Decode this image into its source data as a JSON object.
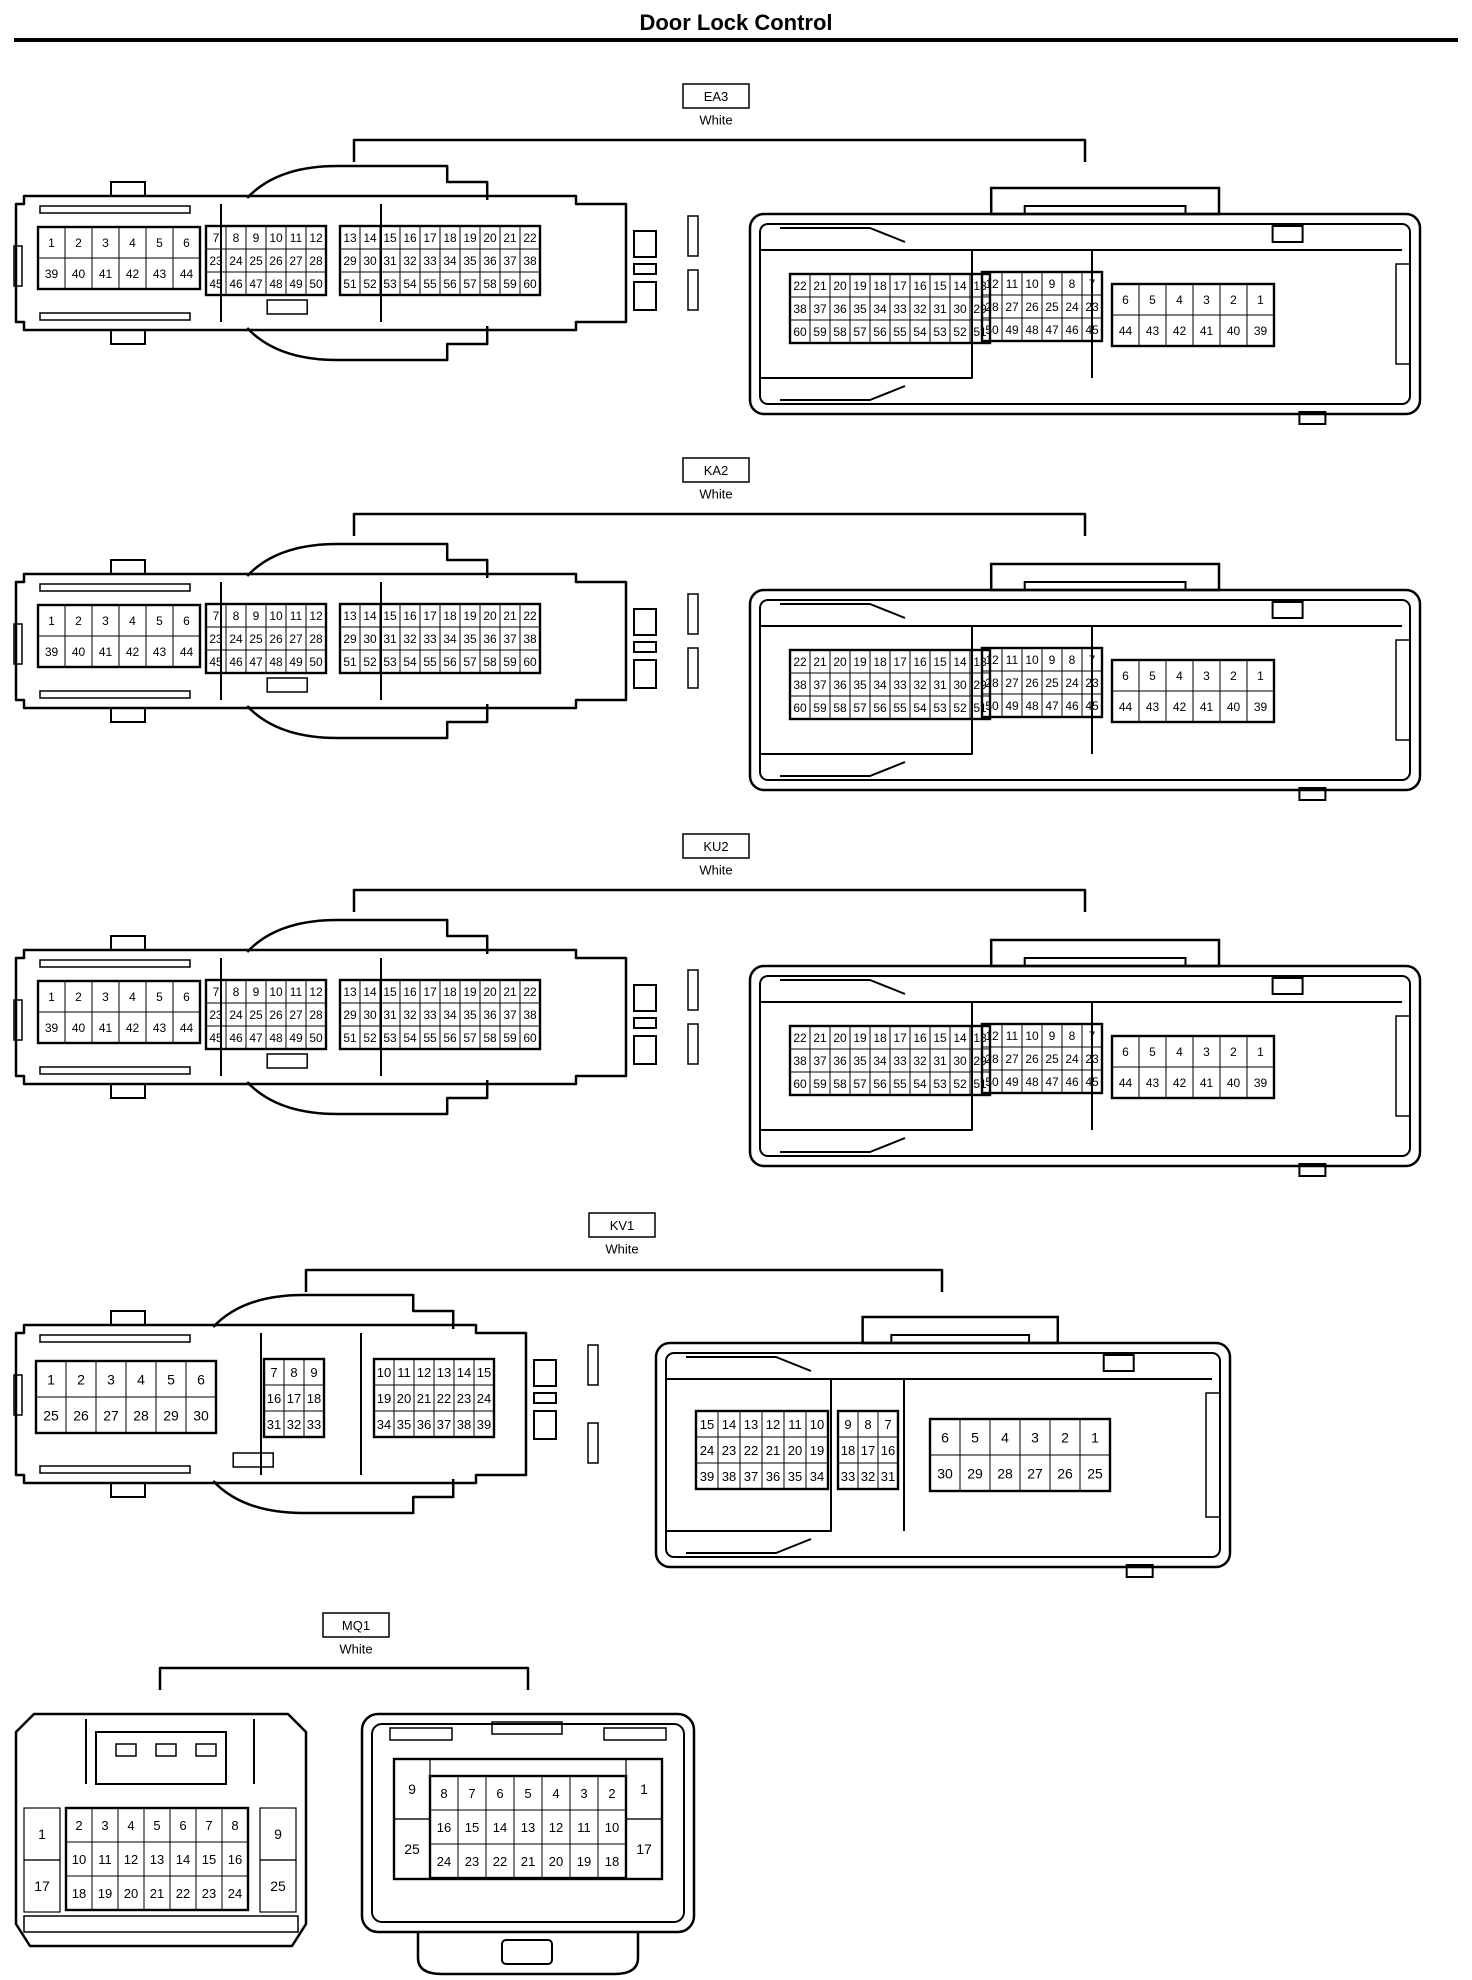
{
  "page": {
    "title": "Door Lock Control"
  },
  "colors": {
    "line": "#000000",
    "background": "#ffffff"
  },
  "connectors": [
    {
      "code": "EA3",
      "color": "White",
      "type": "ecu60",
      "harness": [
        [
          "1",
          "2",
          "3",
          "4",
          "5",
          "6"
        ],
        [
          "39",
          "40",
          "41",
          "42",
          "43",
          "44"
        ]
      ],
      "harness_mid": [
        [
          "7",
          "8",
          "9",
          "10",
          "11",
          "12"
        ],
        [
          "23",
          "24",
          "25",
          "26",
          "27",
          "28"
        ],
        [
          "45",
          "46",
          "47",
          "48",
          "49",
          "50"
        ]
      ],
      "harness_right": [
        [
          "13",
          "14",
          "15",
          "16",
          "17",
          "18",
          "19",
          "20",
          "21",
          "22"
        ],
        [
          "29",
          "30",
          "31",
          "32",
          "33",
          "34",
          "35",
          "36",
          "37",
          "38"
        ],
        [
          "51",
          "52",
          "53",
          "54",
          "55",
          "56",
          "57",
          "58",
          "59",
          "60"
        ]
      ],
      "device_left": [
        [
          "22",
          "21",
          "20",
          "19",
          "18",
          "17",
          "16",
          "15",
          "14",
          "13"
        ],
        [
          "38",
          "37",
          "36",
          "35",
          "34",
          "33",
          "32",
          "31",
          "30",
          "29"
        ],
        [
          "60",
          "59",
          "58",
          "57",
          "56",
          "55",
          "54",
          "53",
          "52",
          "51"
        ]
      ],
      "device_mid": [
        [
          "12",
          "11",
          "10",
          "9",
          "8",
          "7"
        ],
        [
          "28",
          "27",
          "26",
          "25",
          "24",
          "23"
        ],
        [
          "50",
          "49",
          "48",
          "47",
          "46",
          "45"
        ]
      ],
      "device_right": [
        [
          "6",
          "5",
          "4",
          "3",
          "2",
          "1"
        ],
        [
          "44",
          "43",
          "42",
          "41",
          "40",
          "39"
        ]
      ]
    },
    {
      "code": "KA2",
      "color": "White",
      "type": "ecu60",
      "harness": [
        [
          "1",
          "2",
          "3",
          "4",
          "5",
          "6"
        ],
        [
          "39",
          "40",
          "41",
          "42",
          "43",
          "44"
        ]
      ],
      "harness_mid": [
        [
          "7",
          "8",
          "9",
          "10",
          "11",
          "12"
        ],
        [
          "23",
          "24",
          "25",
          "26",
          "27",
          "28"
        ],
        [
          "45",
          "46",
          "47",
          "48",
          "49",
          "50"
        ]
      ],
      "harness_right": [
        [
          "13",
          "14",
          "15",
          "16",
          "17",
          "18",
          "19",
          "20",
          "21",
          "22"
        ],
        [
          "29",
          "30",
          "31",
          "32",
          "33",
          "34",
          "35",
          "36",
          "37",
          "38"
        ],
        [
          "51",
          "52",
          "53",
          "54",
          "55",
          "56",
          "57",
          "58",
          "59",
          "60"
        ]
      ],
      "device_left": [
        [
          "22",
          "21",
          "20",
          "19",
          "18",
          "17",
          "16",
          "15",
          "14",
          "13"
        ],
        [
          "38",
          "37",
          "36",
          "35",
          "34",
          "33",
          "32",
          "31",
          "30",
          "29"
        ],
        [
          "60",
          "59",
          "58",
          "57",
          "56",
          "55",
          "54",
          "53",
          "52",
          "51"
        ]
      ],
      "device_mid": [
        [
          "12",
          "11",
          "10",
          "9",
          "8",
          "7"
        ],
        [
          "28",
          "27",
          "26",
          "25",
          "24",
          "23"
        ],
        [
          "50",
          "49",
          "48",
          "47",
          "46",
          "45"
        ]
      ],
      "device_right": [
        [
          "6",
          "5",
          "4",
          "3",
          "2",
          "1"
        ],
        [
          "44",
          "43",
          "42",
          "41",
          "40",
          "39"
        ]
      ]
    },
    {
      "code": "KU2",
      "color": "White",
      "type": "ecu60",
      "harness": [
        [
          "1",
          "2",
          "3",
          "4",
          "5",
          "6"
        ],
        [
          "39",
          "40",
          "41",
          "42",
          "43",
          "44"
        ]
      ],
      "harness_mid": [
        [
          "7",
          "8",
          "9",
          "10",
          "11",
          "12"
        ],
        [
          "23",
          "24",
          "25",
          "26",
          "27",
          "28"
        ],
        [
          "45",
          "46",
          "47",
          "48",
          "49",
          "50"
        ]
      ],
      "harness_right": [
        [
          "13",
          "14",
          "15",
          "16",
          "17",
          "18",
          "19",
          "20",
          "21",
          "22"
        ],
        [
          "29",
          "30",
          "31",
          "32",
          "33",
          "34",
          "35",
          "36",
          "37",
          "38"
        ],
        [
          "51",
          "52",
          "53",
          "54",
          "55",
          "56",
          "57",
          "58",
          "59",
          "60"
        ]
      ],
      "device_left": [
        [
          "22",
          "21",
          "20",
          "19",
          "18",
          "17",
          "16",
          "15",
          "14",
          "13"
        ],
        [
          "38",
          "37",
          "36",
          "35",
          "34",
          "33",
          "32",
          "31",
          "30",
          "29"
        ],
        [
          "60",
          "59",
          "58",
          "57",
          "56",
          "55",
          "54",
          "53",
          "52",
          "51"
        ]
      ],
      "device_mid": [
        [
          "12",
          "11",
          "10",
          "9",
          "8",
          "7"
        ],
        [
          "28",
          "27",
          "26",
          "25",
          "24",
          "23"
        ],
        [
          "50",
          "49",
          "48",
          "47",
          "46",
          "45"
        ]
      ],
      "device_right": [
        [
          "6",
          "5",
          "4",
          "3",
          "2",
          "1"
        ],
        [
          "44",
          "43",
          "42",
          "41",
          "40",
          "39"
        ]
      ]
    },
    {
      "code": "KV1",
      "color": "White",
      "type": "ecu39",
      "harness": [
        [
          "1",
          "2",
          "3",
          "4",
          "5",
          "6"
        ],
        [
          "25",
          "26",
          "27",
          "28",
          "29",
          "30"
        ]
      ],
      "harness_mid": [
        [
          "7",
          "8",
          "9"
        ],
        [
          "16",
          "17",
          "18"
        ],
        [
          "31",
          "32",
          "33"
        ]
      ],
      "harness_right": [
        [
          "10",
          "11",
          "12",
          "13",
          "14",
          "15"
        ],
        [
          "19",
          "20",
          "21",
          "22",
          "23",
          "24"
        ],
        [
          "34",
          "35",
          "36",
          "37",
          "38",
          "39"
        ]
      ],
      "device_left": [
        [
          "15",
          "14",
          "13",
          "12",
          "11",
          "10"
        ],
        [
          "24",
          "23",
          "22",
          "21",
          "20",
          "19"
        ],
        [
          "39",
          "38",
          "37",
          "36",
          "35",
          "34"
        ]
      ],
      "device_mid": [
        [
          "9",
          "8",
          "7"
        ],
        [
          "18",
          "17",
          "16"
        ],
        [
          "33",
          "32",
          "31"
        ]
      ],
      "device_right": [
        [
          "6",
          "5",
          "4",
          "3",
          "2",
          "1"
        ],
        [
          "30",
          "29",
          "28",
          "27",
          "26",
          "25"
        ]
      ]
    },
    {
      "code": "MQ1",
      "color": "White",
      "type": "mq",
      "left": {
        "side_left": [
          "1",
          "17"
        ],
        "side_right": [
          "9",
          "25"
        ],
        "rows": [
          [
            "2",
            "3",
            "4",
            "5",
            "6",
            "7",
            "8"
          ],
          [
            "10",
            "11",
            "12",
            "13",
            "14",
            "15",
            "16"
          ],
          [
            "18",
            "19",
            "20",
            "21",
            "22",
            "23",
            "24"
          ]
        ]
      },
      "right": {
        "side_left": [
          "9",
          "25"
        ],
        "side_right": [
          "1",
          "17"
        ],
        "rows": [
          [
            "8",
            "7",
            "6",
            "5",
            "4",
            "3",
            "2"
          ],
          [
            "16",
            "15",
            "14",
            "13",
            "12",
            "11",
            "10"
          ],
          [
            "24",
            "23",
            "22",
            "21",
            "20",
            "19",
            "18"
          ]
        ]
      }
    }
  ]
}
